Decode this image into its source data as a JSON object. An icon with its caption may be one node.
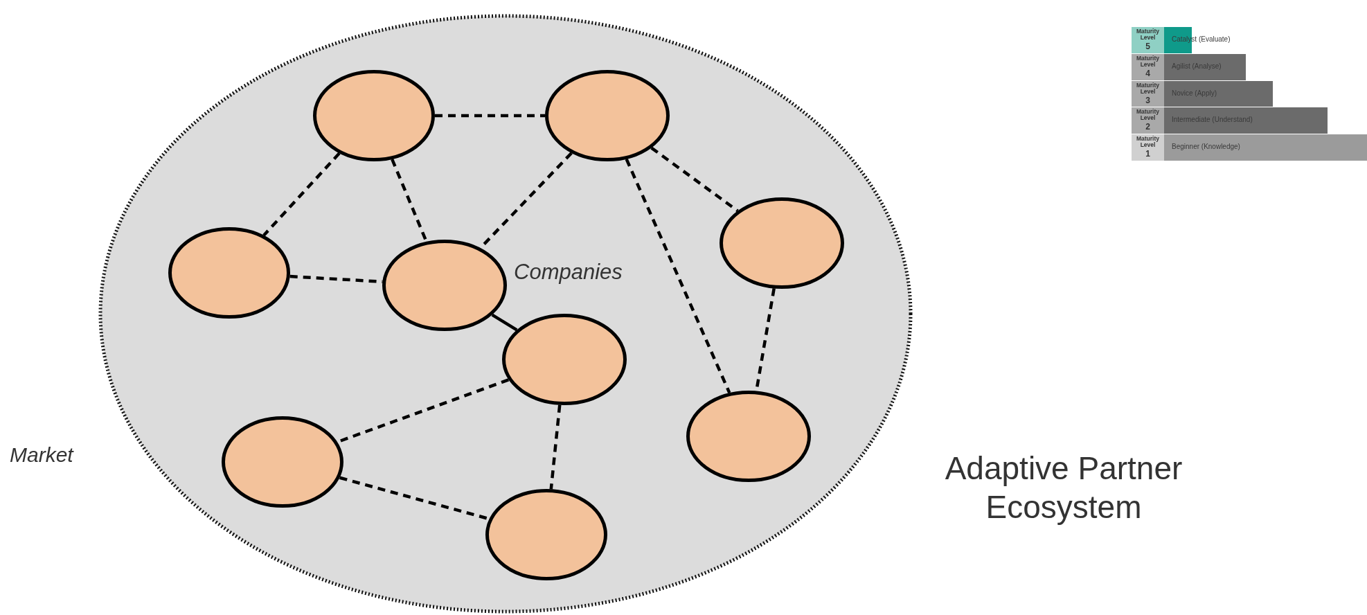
{
  "diagram": {
    "title": "Adaptive Partner Ecosystem",
    "nodes": [
      {
        "text": [],
        "shape": "circle",
        "beside": [
          "Market"
        ]
      },
      {
        "text": [],
        "shape": "circle",
        "in": 0
      },
      {
        "text": [],
        "shape": "circle",
        "in": 0
      },
      {
        "text": [],
        "shape": "circle",
        "in": 0
      },
      {
        "text": [],
        "shape": "circle",
        "in": 0
      },
      {
        "text": [],
        "shape": "circle",
        "in": 0
      },
      {
        "text": [],
        "shape": "circle",
        "in": 0
      },
      {
        "text": [],
        "shape": "circle",
        "in": 0
      },
      {
        "text": [],
        "shape": "circle",
        "in": 0
      },
      {
        "text": [],
        "shape": "circle",
        "in": 0
      }
    ],
    "edges": [
      {
        "from": 1,
        "to": 2,
        "arrow": "none",
        "style": "dashed"
      },
      {
        "from": 1,
        "to": 4,
        "arrow": "none",
        "style": "dashed"
      },
      {
        "from": 1,
        "to": 5,
        "arrow": "none",
        "style": "dashed"
      },
      {
        "from": 2,
        "to": 5,
        "arrow": "none",
        "style": "dashed"
      },
      {
        "from": 2,
        "to": 3,
        "arrow": "none",
        "style": "dashed"
      },
      {
        "from": 2,
        "to": 7,
        "arrow": "none",
        "style": "dashed"
      },
      {
        "from": 4,
        "to": 5,
        "arrow": "none",
        "style": "dashed"
      },
      {
        "from": 5,
        "to": 6,
        "arrow": "none"
      },
      {
        "from": 3,
        "to": 7,
        "arrow": "none",
        "style": "dashed"
      },
      {
        "from": 6,
        "to": 8,
        "arrow": "none",
        "style": "dashed"
      },
      {
        "from": 6,
        "to": 9,
        "arrow": "none",
        "style": "dashed"
      },
      {
        "from": 8,
        "to": 9,
        "arrow": "none",
        "style": "dashed"
      }
    ],
    "labels": [
      "Maturity Level",
      "5",
      "Catalyst (Evaluate)",
      "Maturity Level",
      "4",
      "Agilist (Analyse)",
      "Maturity Level",
      "3",
      "Novice (Apply)",
      "Maturity Level",
      "2",
      "Intermediate (Understand)",
      "Maturity Level",
      "1",
      "Beginner (Knowledge)",
      "Companies"
    ]
  }
}
